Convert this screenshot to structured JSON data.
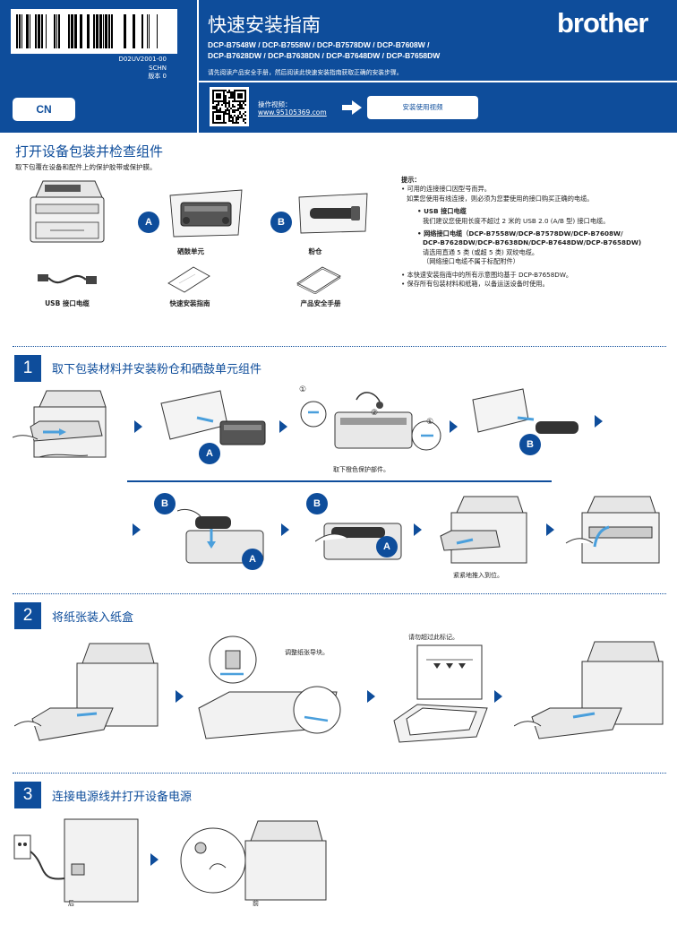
{
  "header": {
    "doc_code": "D02UV2001-00",
    "lang_code": "SCHN",
    "version": "版本 0",
    "region": "CN",
    "title": "快速安装指南",
    "brand": "brother",
    "models_line1": "DCP-B7548W / DCP-B7558W / DCP-B7578DW / DCP-B7608W /",
    "models_line2": "DCP-B7628DW / DCP-B7638DN / DCP-B7648DW / DCP-B7658DW",
    "note": "请先阅读产品安全手册，然后阅读此快速安装指南获取正确的安装步骤。",
    "video_label": "操作视频：",
    "video_url": "www.95105369.com",
    "video_button": "安装使用视频"
  },
  "unpack": {
    "title": "打开设备包装并检查组件",
    "subtitle": "取下包覆在设备和配件上的保护胶带或保护膜。",
    "parts": [
      {
        "badge": "A",
        "label": "硒鼓单元"
      },
      {
        "badge": "B",
        "label": "粉仓"
      },
      {
        "badge": "",
        "label": "USB 接口电缆"
      },
      {
        "badge": "",
        "label": "快速安装指南"
      },
      {
        "badge": "",
        "label": "产品安全手册"
      }
    ],
    "tips": {
      "title": "提示：",
      "line1": "• 可用的连接接口因型号而异。",
      "line2": "如果您使用有线连接，则必须为您要使用的接口购买正确的电缆。",
      "usb_title": "• USB 接口电缆",
      "usb_text": "我们建议您使用长度不超过 2 米的 USB 2.0 (A/B 型) 接口电缆。",
      "net_title1": "• 网络接口电缆（DCP-B7558W/DCP-B7578DW/DCP-B7608W/",
      "net_title2": "DCP-B7628DW/DCP-B7638DN/DCP-B7648DW/DCP-B7658DW)",
      "net_text1": "请选用直通 5 类 (或超 5 类) 双绞电缆。",
      "net_text2": "（网络接口电缆不属于标配附件）",
      "line3": "• 本快速安装指南中的所有示意图均基于 DCP-B7658DW。",
      "line4": "• 保存所有包装材料和纸箱，以备运送设备时使用。"
    }
  },
  "steps": [
    {
      "number": "1",
      "title": "取下包装材料并安装粉仓和硒鼓单元组件",
      "caption_orange": "取下橙色保护部件。",
      "caption_push": "紧紧地推入到位。",
      "markers": {
        "a": "A",
        "b": "B",
        "c1": "①",
        "c2": "②"
      }
    },
    {
      "number": "2",
      "title": "将纸张装入纸盒",
      "caption_guides": "调整纸张导块。",
      "caption_mark": "请勿超过此标记。"
    },
    {
      "number": "3",
      "title": "连接电源线并打开设备电源",
      "caption_back": "后",
      "caption_front": "前"
    }
  ],
  "colors": {
    "brand_blue": "#0e4d9b",
    "accent_light_blue": "#4a9fdc"
  }
}
